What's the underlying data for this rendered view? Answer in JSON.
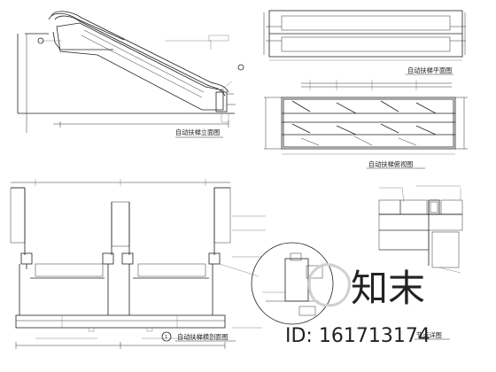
{
  "drawing_titles": {
    "escalator_elevation": "自动扶梯立面图",
    "escalator_plan": "自动扶梯平面图",
    "escalator_top_view": "自动扶梯俯视图",
    "escalator_section": "自动扶梯横剖面图",
    "edge_detail": "节点详图"
  },
  "section_marker": "1",
  "watermark": {
    "logo_text": "知末",
    "id_text": "ID: 161713174"
  }
}
